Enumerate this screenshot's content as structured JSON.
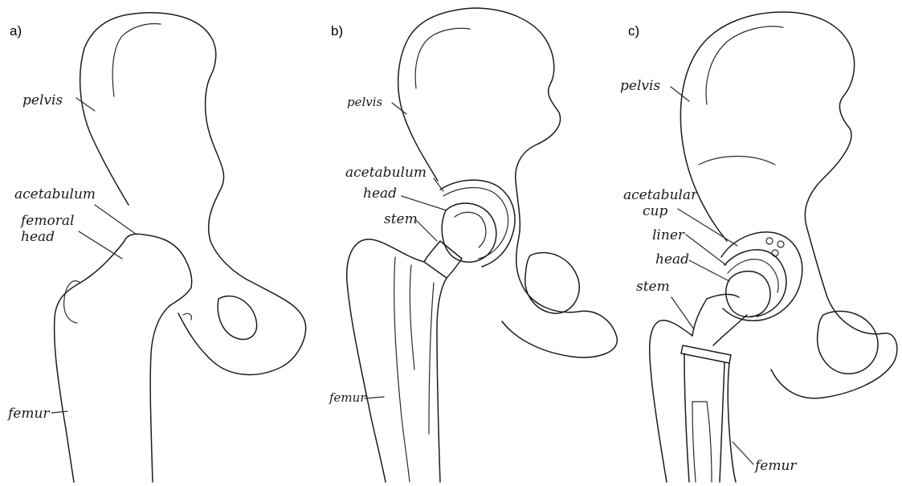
{
  "panels": [
    {
      "letter": "a)",
      "labels": {
        "pelvis": "pelvis",
        "acetabulum": "acetabulum",
        "femoral": "femoral",
        "head": "head",
        "femur": "femur"
      }
    },
    {
      "letter": "b)",
      "labels": {
        "pelvis": "pelvis",
        "acetabulum": "acetabulum",
        "head": "head",
        "stem": "stem",
        "femur": "femur"
      }
    },
    {
      "letter": "c)",
      "labels": {
        "pelvis": "pelvis",
        "acetabular": "acetabular",
        "cup": "cup",
        "liner": "liner",
        "head": "head",
        "stem": "stem",
        "femur": "femur"
      }
    }
  ],
  "colors": {
    "ink": "#1c1c1c",
    "background": "#ffffff"
  }
}
